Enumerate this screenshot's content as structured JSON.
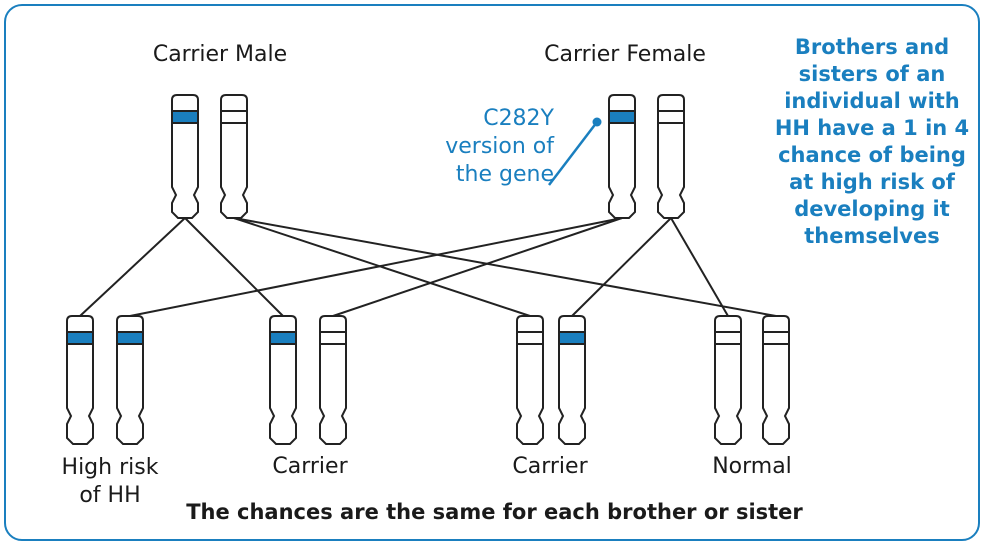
{
  "parents": {
    "male_label": "Carrier Male",
    "female_label": "Carrier Female"
  },
  "gene_label": "C282Y version of the gene",
  "gene_label_lines": [
    "C282Y",
    "version of",
    "the gene"
  ],
  "note": [
    "Brothers and",
    "sisters of an",
    "individual with",
    "HH have a 1 in 4",
    "chance of being",
    "at high risk of",
    "developing it",
    "themselves"
  ],
  "children": [
    {
      "label_lines": [
        "High risk",
        "of HH"
      ],
      "chromosomes": [
        "affected",
        "affected"
      ]
    },
    {
      "label_lines": [
        "Carrier"
      ],
      "chromosomes": [
        "affected",
        "normal"
      ]
    },
    {
      "label_lines": [
        "Carrier"
      ],
      "chromosomes": [
        "normal",
        "affected"
      ]
    },
    {
      "label_lines": [
        "Normal"
      ],
      "chromosomes": [
        "normal",
        "normal"
      ]
    }
  ],
  "footer": "The chances are the same for each brother or sister",
  "colors": {
    "accent": "#1a7fbf",
    "gene_band": "#1a7fbf",
    "line": "#222222"
  }
}
